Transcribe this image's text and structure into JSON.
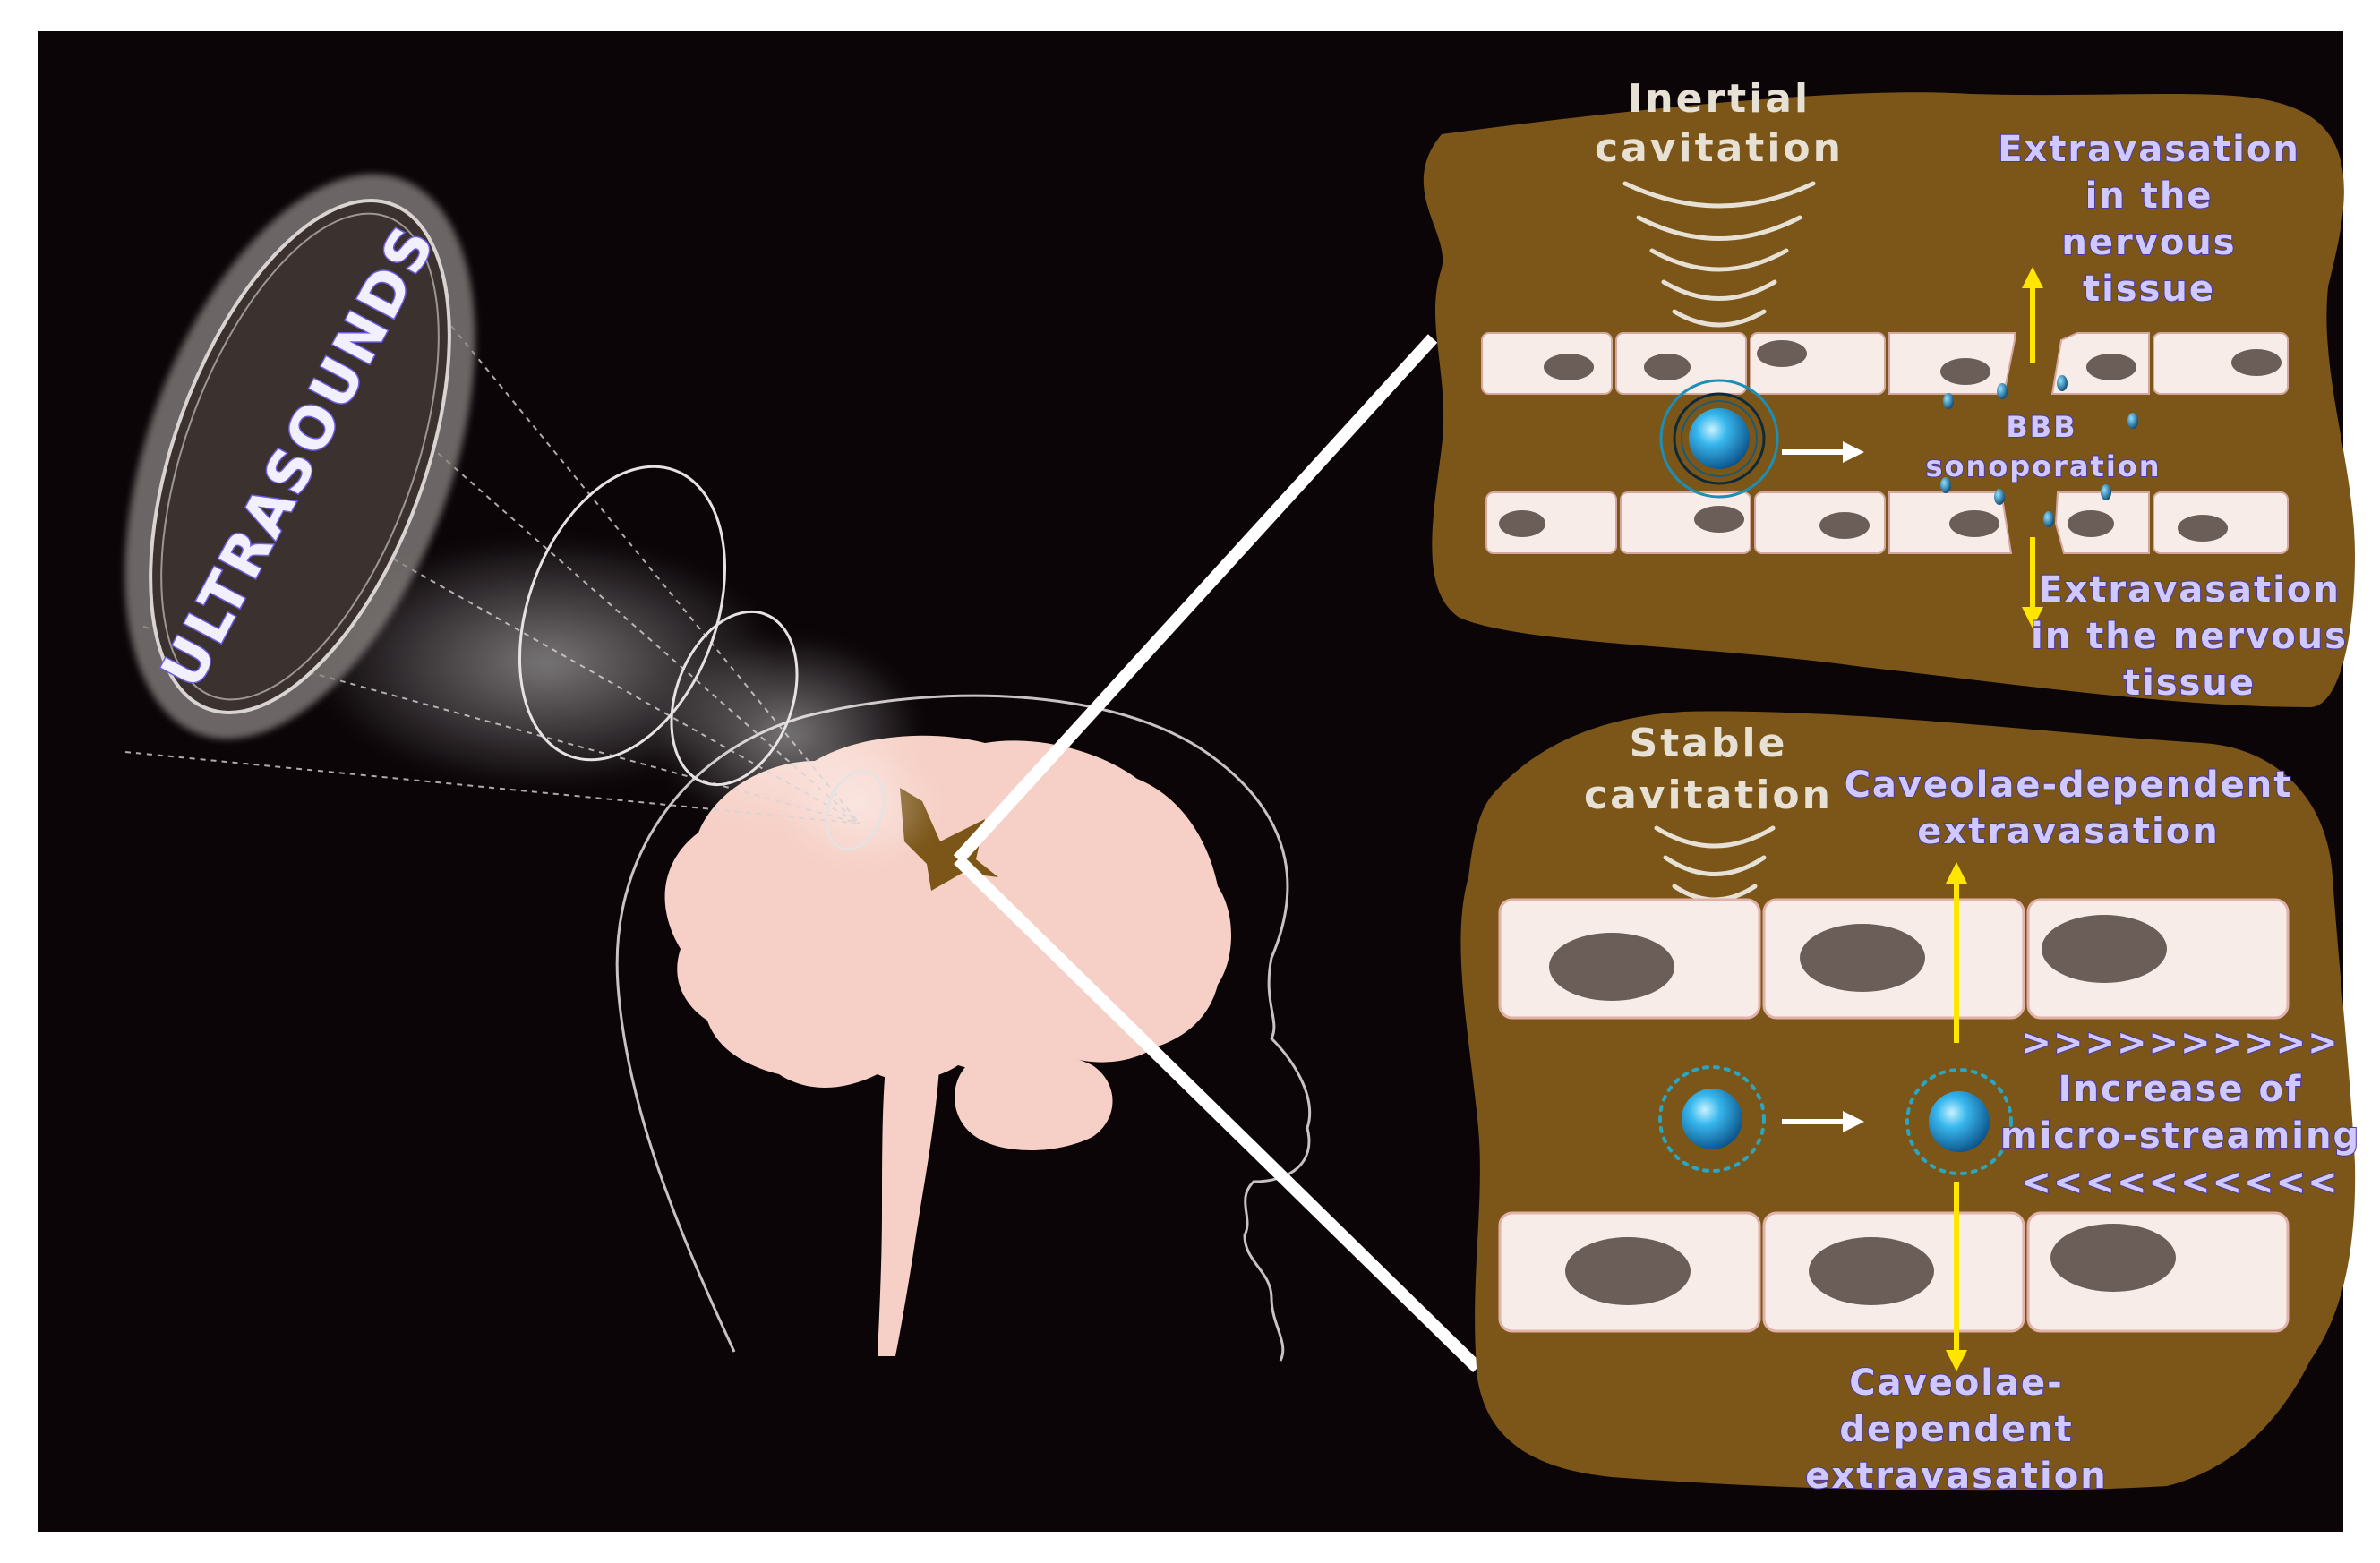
{
  "ultrasound_label": "ULTRASOUNDS",
  "inertial": {
    "title_line1": "Inertial",
    "title_line2": "cavitation",
    "top_extravasation": [
      "Extravasation",
      "in the",
      "nervous",
      "tissue"
    ],
    "sonoporation": [
      "BBB",
      "sonoporation"
    ],
    "bottom_extravasation": [
      "Extravasation",
      "in the nervous",
      "tissue"
    ]
  },
  "stable": {
    "title_line1": "Stable",
    "title_line2": "cavitation",
    "top_label": [
      "Caveolae-dependent",
      "extravasation"
    ],
    "streaming": [
      ">>>>>>>>>>",
      "Increase of",
      "micro-streaming",
      "<<<<<<<<<<"
    ],
    "bottom_label": [
      "Caveolae-",
      "dependent",
      "extravasation"
    ]
  },
  "colors": {
    "background": "#0b0508",
    "tissue": "#7b5618",
    "brain": "#f6d0c6",
    "cell": "#f8ece8",
    "nucleus": "#6b5e58",
    "bubble": "#1ea4e0",
    "arrow_yellow": "#ffe600"
  }
}
